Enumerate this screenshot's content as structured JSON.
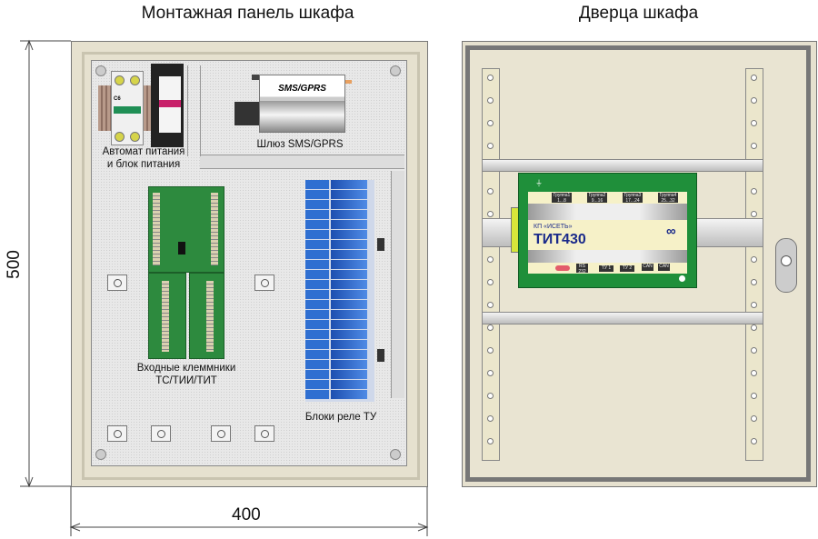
{
  "titles": {
    "panel": "Монтажная панель шкафа",
    "door": "Дверца шкафа"
  },
  "dimensions": {
    "height": "500",
    "width": "400"
  },
  "panel_labels": {
    "breaker_psu_line1": "Автомат питания",
    "breaker_psu_line2": "и блок питания",
    "gateway": "Шлюз SMS/GPRS",
    "gateway_device": "SMS/GPRS",
    "breaker_rating": "C6",
    "terminals_line1": "Входные клеммники",
    "terminals_line2": "ТС/ТИИ/ТИТ",
    "relays": "Блоки реле ТУ"
  },
  "controller": {
    "vendor": "КП «ИСЕТЬ»",
    "model": "ТИТ430",
    "groups": [
      "Группа1 1...8",
      "Группа2 9...16",
      "Группа3 17...24",
      "Группа4 25...32"
    ],
    "ports": [
      "RS 232",
      "ТУ 1",
      "ТУ 2",
      "CAN",
      "CAN"
    ]
  },
  "colors": {
    "cabinet": "#e6e1cf",
    "controller_green": "#1f8f3a",
    "relay_blue": "#2f6fd1",
    "controller_face": "#f6f1c8",
    "model_text": "#1a2a8a"
  }
}
